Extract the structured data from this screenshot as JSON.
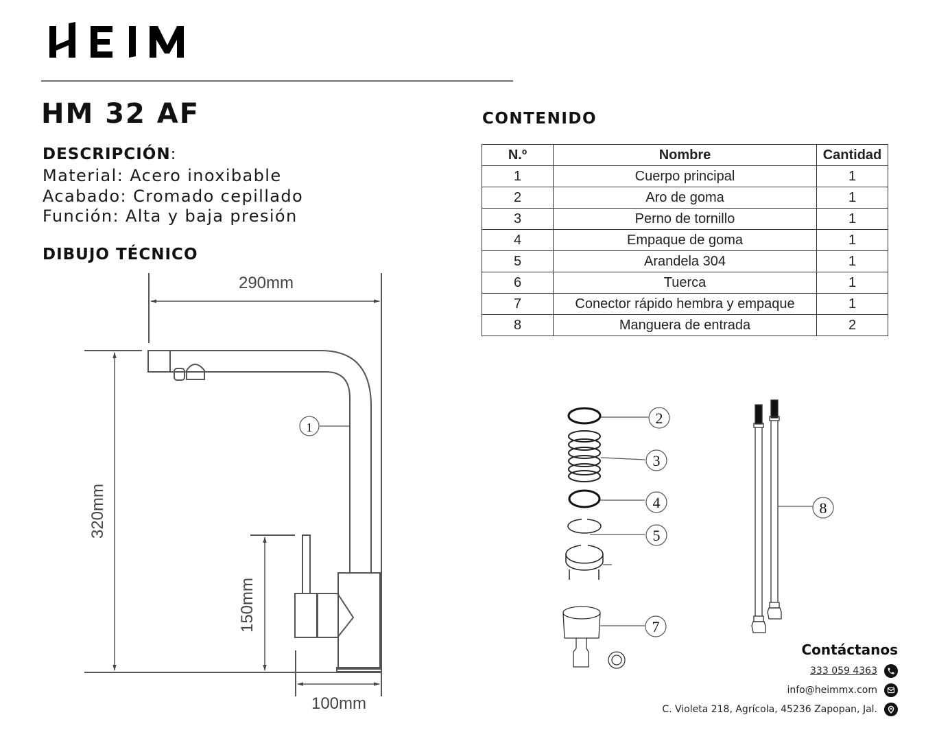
{
  "brand": {
    "logo_text": "HEIM"
  },
  "product": {
    "model": "HM 32 AF"
  },
  "description": {
    "title": "DESCRIPCIÓN",
    "colon": ":",
    "lines": [
      "Material: Acero inoxibable",
      "Acabado: Cromado cepillado",
      "Función: Alta y baja presión"
    ]
  },
  "drawing": {
    "title": "DIBUJO TÉCNICO",
    "dimensions": {
      "width": "290mm",
      "height": "320mm",
      "handle_height": "150mm",
      "base": "100mm"
    },
    "callout_main": "1"
  },
  "contents": {
    "title": "CONTENIDO",
    "headers": [
      "N.º",
      "Nombre",
      "Cantidad"
    ],
    "rows": [
      [
        "1",
        "Cuerpo principal",
        "1"
      ],
      [
        "2",
        "Aro de goma",
        "1"
      ],
      [
        "3",
        "Perno de tornillo",
        "1"
      ],
      [
        "4",
        "Empaque de goma",
        "1"
      ],
      [
        "5",
        "Arandela 304",
        "1"
      ],
      [
        "6",
        "Tuerca",
        "1"
      ],
      [
        "7",
        "Conector rápido hembra y empaque",
        "1"
      ],
      [
        "8",
        "Manguera de entrada",
        "2"
      ]
    ],
    "callouts": [
      "2",
      "3",
      "4",
      "5",
      "7",
      "8"
    ]
  },
  "contact": {
    "title": "Contáctanos",
    "phone": "333 059 4363",
    "email": "info@heimmx.com",
    "address": "C. Violeta 218, Agrícola, 45236 Zapopan, Jal.",
    "icons": [
      "phone-icon",
      "mail-icon",
      "location-pin-icon"
    ]
  },
  "colors": {
    "text": "#111111",
    "line": "#555555",
    "divider": "#6e6e6e"
  }
}
